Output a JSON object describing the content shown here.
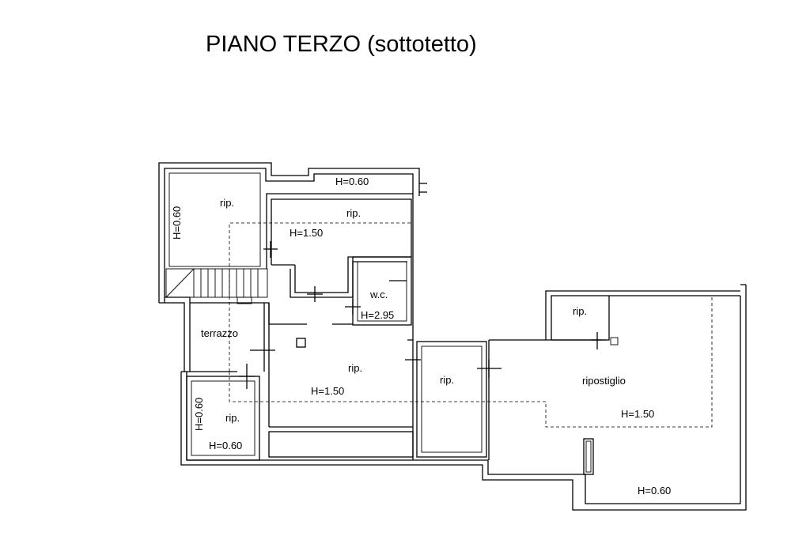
{
  "title": "PIANO TERZO (sottotetto)",
  "labels": {
    "h060_top": "H=0.60",
    "h060_left": "H=0.60",
    "rip_topleft": "rip.",
    "rip_top": "rip.",
    "h150_top": "H=1.50",
    "wc": "w.c.",
    "h295": "H=2.95",
    "terrazzo": "terrazzo",
    "rip_center": "rip.",
    "h150_center": "H=1.50",
    "rip_mid": "rip.",
    "rip_smallright": "rip.",
    "ripostiglio": "ripostiglio",
    "h150_right": "H=1.50",
    "h060_bl_vert": "H=0.60",
    "rip_bottomleft": "rip.",
    "h060_bottomleft": "H=0.60",
    "h060_bottomright": "H=0.60"
  }
}
